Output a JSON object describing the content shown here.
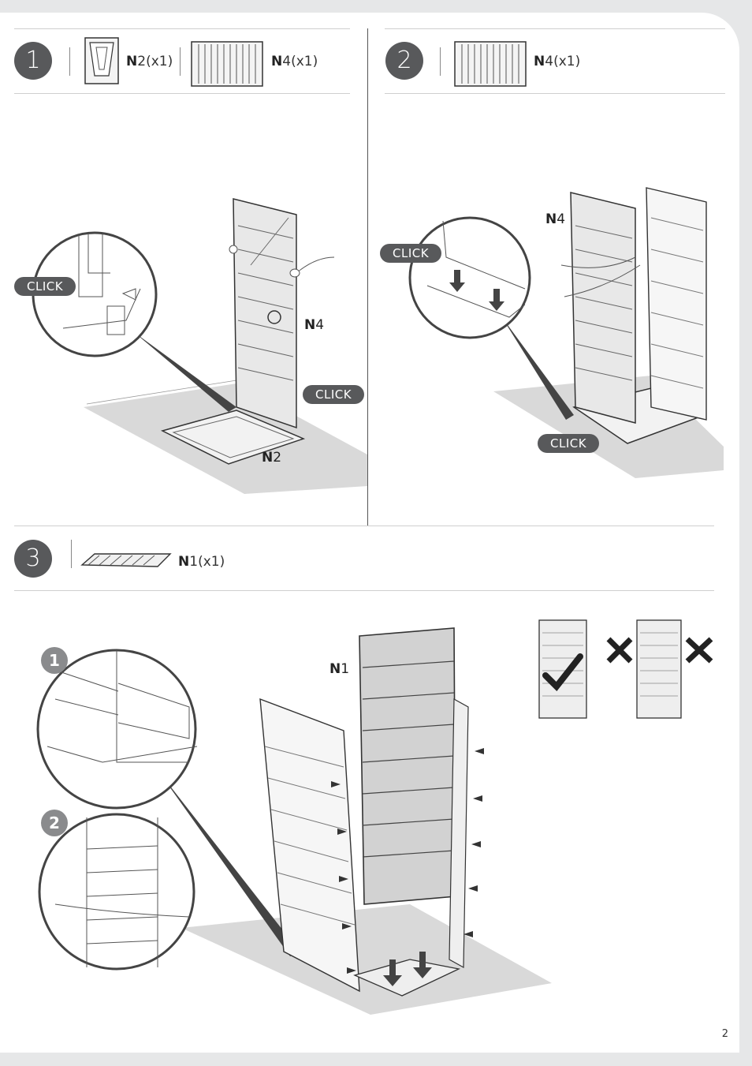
{
  "steps": [
    {
      "number": "1",
      "parts": [
        {
          "code": "N",
          "num": "2",
          "qty": "(x1)"
        },
        {
          "code": "N",
          "num": "4",
          "qty": "(x1)"
        }
      ]
    },
    {
      "number": "2",
      "parts": [
        {
          "code": "N",
          "num": "4",
          "qty": "(x1)"
        }
      ]
    },
    {
      "number": "3",
      "parts": [
        {
          "code": "N",
          "num": "1",
          "qty": "(x1)"
        }
      ]
    }
  ],
  "labels": {
    "click": "CLICK",
    "n4_code": "N",
    "n4_num": "4",
    "n2_code": "N",
    "n2_num": "2",
    "n1_code": "N",
    "n1_num": "1",
    "badge1": "1",
    "badge2": "2"
  },
  "page_number": "2",
  "colors": {
    "step_circle": "#58595b",
    "callout": "#58595b",
    "mat": "#d9d9d9",
    "badge": "#8a8b8d"
  }
}
